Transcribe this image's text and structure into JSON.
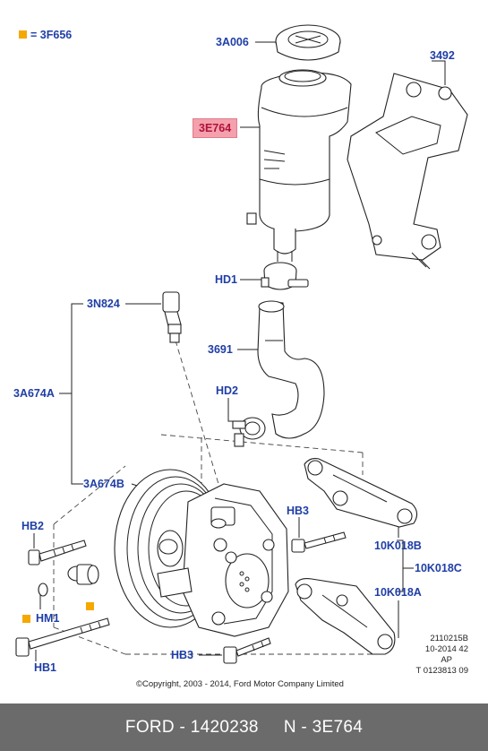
{
  "legend": {
    "code": "3F656",
    "marker_color": "#f5a800",
    "equals": "="
  },
  "labels": {
    "cap": "3A006",
    "reservoir": "3E764",
    "bracket": "3492",
    "clamp_top": "HD1",
    "sensor": "3N824",
    "hose": "3691",
    "clamp_low": "HD2",
    "hose_assembly": "3A674A",
    "hose_fitting": "3A674B",
    "bolt_upper": "HB2",
    "bolt_right": "HB3",
    "ring": "HM1",
    "bolt_long": "HB1",
    "bolt_bottom": "HB3",
    "mount_upper": "10K018B",
    "mount_group": "10K018C",
    "mount_lower": "10K018A"
  },
  "highlight_color": "#f4a0ad",
  "ref": {
    "line1": "2110215B",
    "line2": "10-2014 42",
    "line3": "AP",
    "line4": "T 0123813 09"
  },
  "copyright": "©Copyright, 2003 - 2014, Ford Motor Company Limited",
  "footer": {
    "left": "FORD - 1420238",
    "right": "N - 3E764"
  }
}
